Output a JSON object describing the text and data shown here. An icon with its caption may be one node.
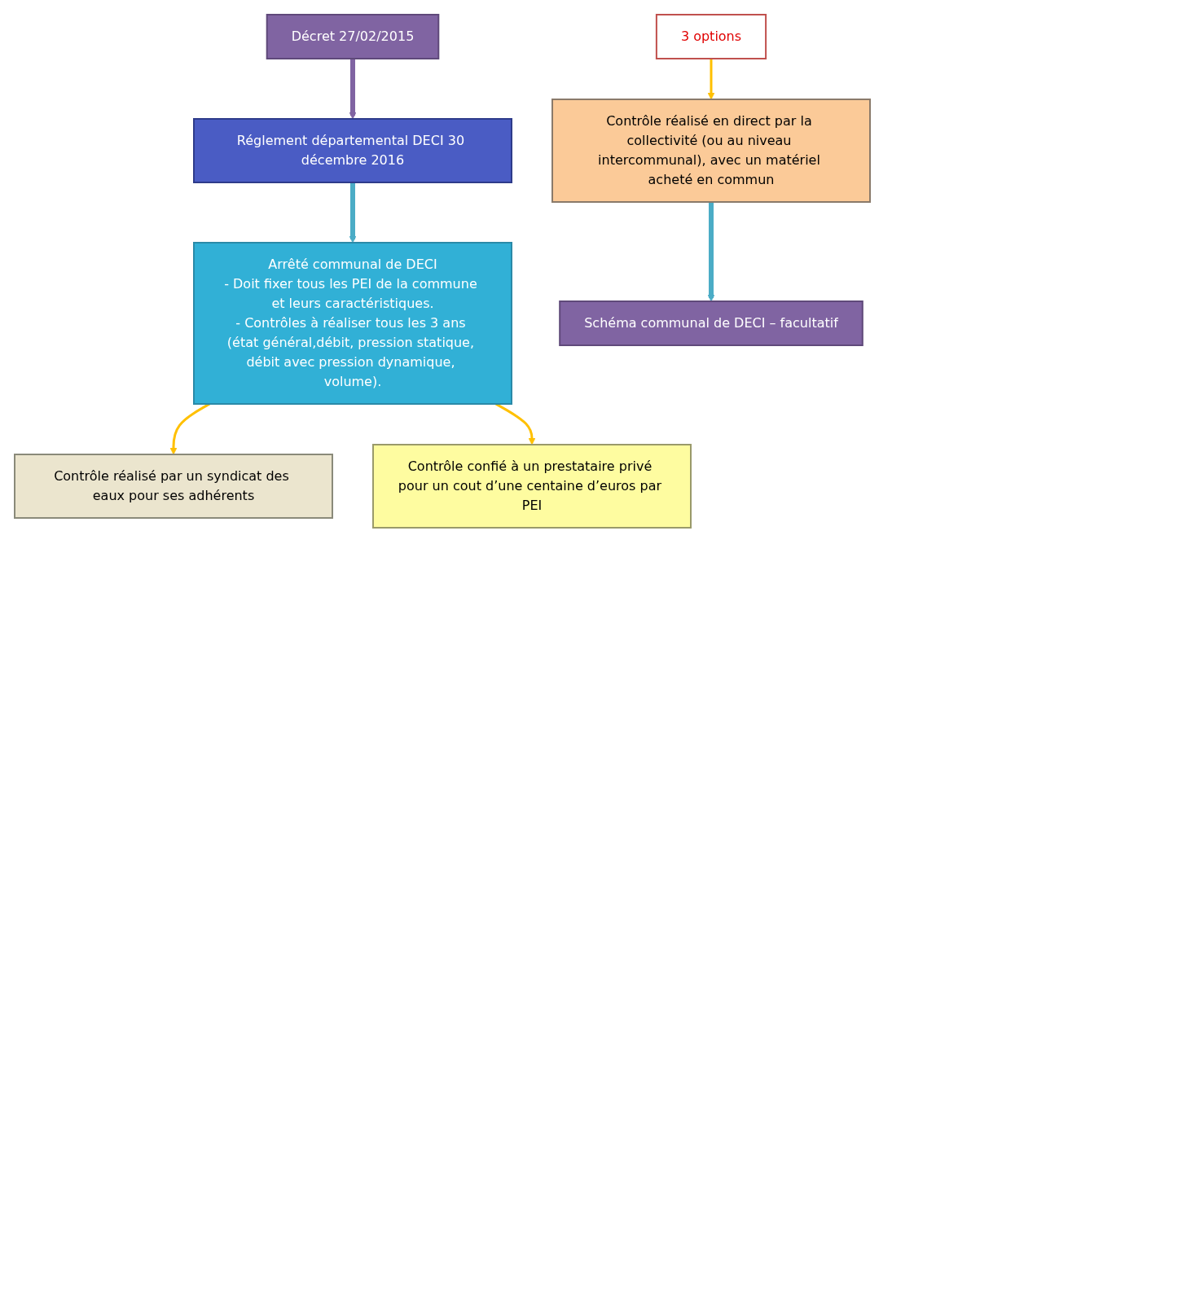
{
  "diagram": {
    "nodes": [
      {
        "text": [
          "Décret 27/02/2015"
        ]
      },
      {
        "text": [
          "Réglement départemental DECI 30 décembre 2016"
        ]
      },
      {
        "text": [
          "Arrêté communal de DECI",
          "- Doit fixer tous les PEI de la commune et leurs caractéristiques.",
          "- Contrôles à réaliser tous les 3 ans (état général,débit, pression statique, débit avec pression dynamique, volume)."
        ]
      },
      {
        "text": [
          "3 options"
        ]
      },
      {
        "text": [
          "Contrôle réalisé par un syndicat des eaux pour ses adhérents"
        ]
      },
      {
        "text": [
          "Contrôle réalisé en direct par la collectivité (ou au niveau intercommunal), avec un matériel acheté en commun"
        ]
      },
      {
        "text": [
          "Contrôle confié à un prestataire privé pour un cout d’une centaine d’euros par PEI"
        ]
      },
      {
        "text": [
          "Schéma communal de DECI – facultatif"
        ]
      }
    ],
    "edges": [
      {
        "from": 0,
        "to": 1,
        "arrow": "to",
        "style": "thick",
        "color": "#8064a2"
      },
      {
        "from": 1,
        "to": 2,
        "arrow": "to",
        "style": "thick",
        "color": "#4bacc6"
      },
      {
        "from": 2,
        "to": 4,
        "arrow": "to"
      },
      {
        "from": 3,
        "to": 5,
        "arrow": "to"
      },
      {
        "from": 2,
        "to": 6,
        "arrow": "to"
      },
      {
        "from": 5,
        "to": 7,
        "arrow": "to",
        "style": "thick",
        "color": "#4bacc6"
      }
    ]
  }
}
